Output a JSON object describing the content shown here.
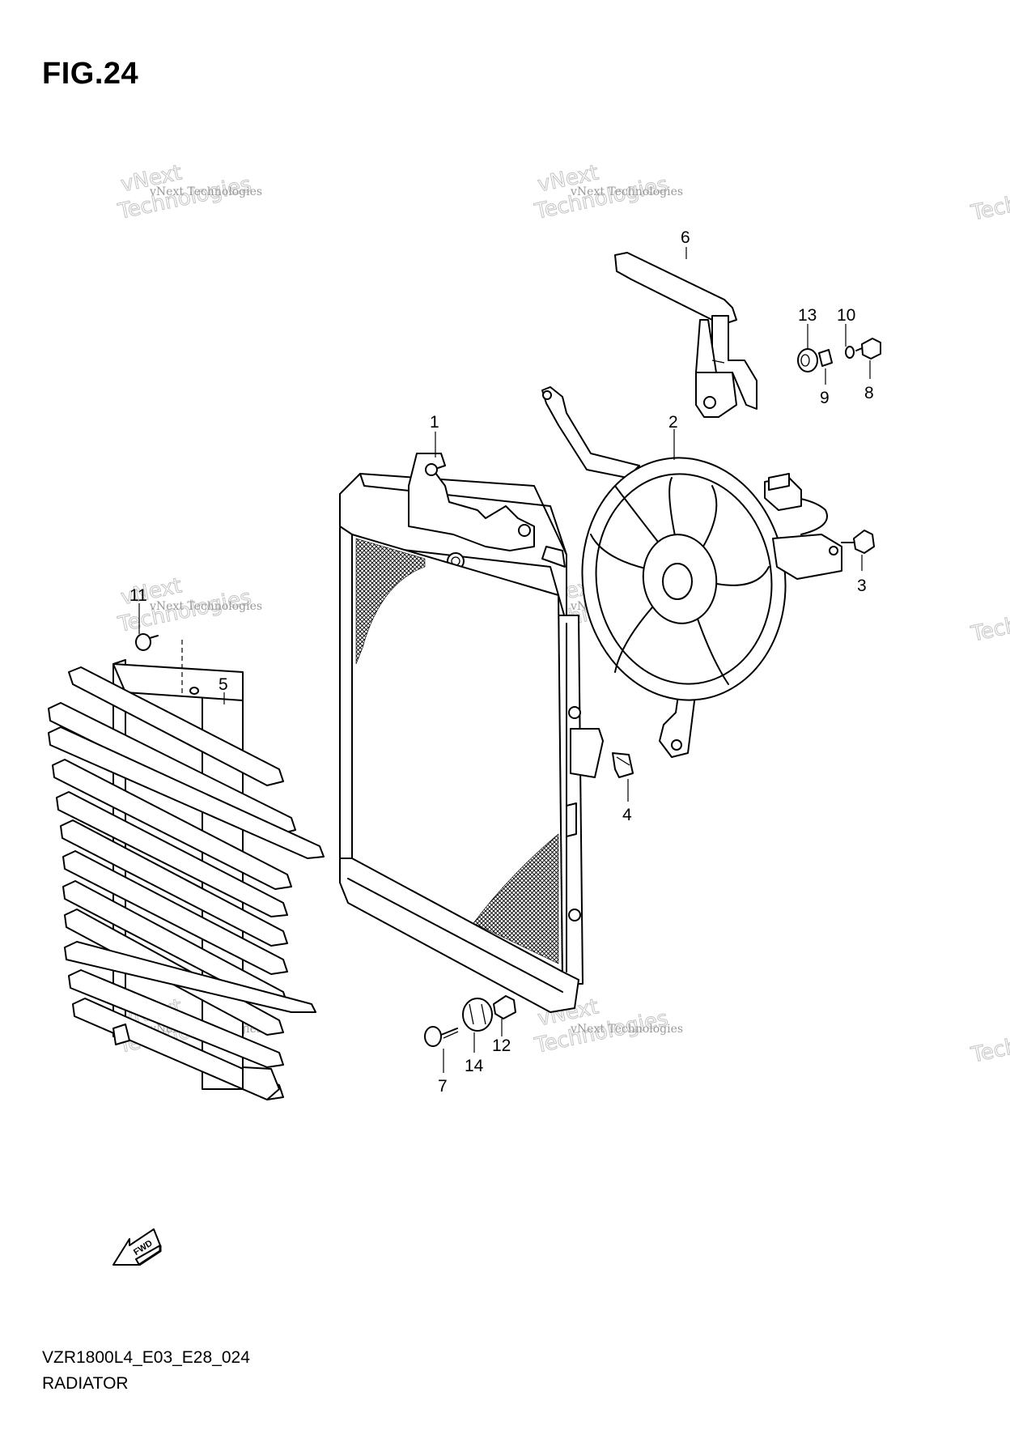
{
  "figure": {
    "title": "FIG.24",
    "model_code": "VZR1800L4_E03_E28_024",
    "section_name": "RADIATOR"
  },
  "watermark": {
    "line_small": "vNext Technologies",
    "line_big": "Technologies",
    "line_top": "vNext"
  },
  "fwd_label": "FWD",
  "callouts": [
    "1",
    "2",
    "3",
    "4",
    "5",
    "6",
    "7",
    "8",
    "9",
    "10",
    "11",
    "12",
    "13",
    "14"
  ]
}
